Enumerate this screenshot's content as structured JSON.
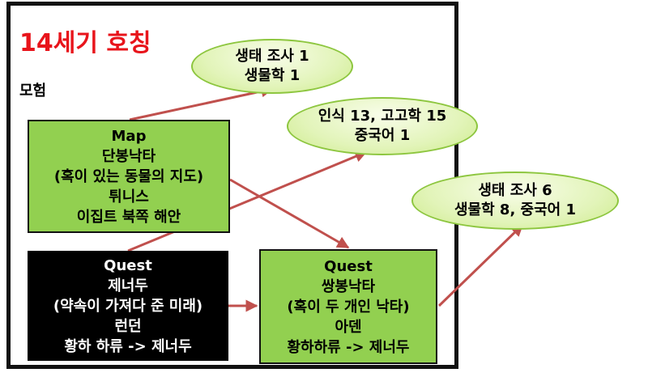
{
  "title": "14세기 호칭",
  "subtitle": "모험",
  "nodes": {
    "map": {
      "lines": [
        "Map",
        "단봉낙타",
        "(혹이 있는 동물의 지도)",
        "튀니스",
        "이집트 북쪽 해안"
      ]
    },
    "quest1": {
      "lines": [
        "Quest",
        "제너두",
        "(약속이 가져다 준 미래)",
        "런던",
        "황하 하류 -> 제너두"
      ]
    },
    "quest2": {
      "lines": [
        "Quest",
        "쌍봉낙타",
        "(혹이 두 개인 낙타)",
        "아덴",
        "황하하류 -> 제너두"
      ]
    }
  },
  "rewards": {
    "r1": {
      "lines": [
        "생태 조사 1",
        "생물학 1"
      ]
    },
    "r2": {
      "lines": [
        "인식 13, 고고학 15",
        "중국어 1"
      ]
    },
    "r3": {
      "lines": [
        "생태 조사 6",
        "생물학 8, 중국어 1"
      ]
    }
  },
  "colors": {
    "title": "#e8141b",
    "box_green": "#92d050",
    "box_black": "#000000",
    "arrow": "#c0504d"
  }
}
